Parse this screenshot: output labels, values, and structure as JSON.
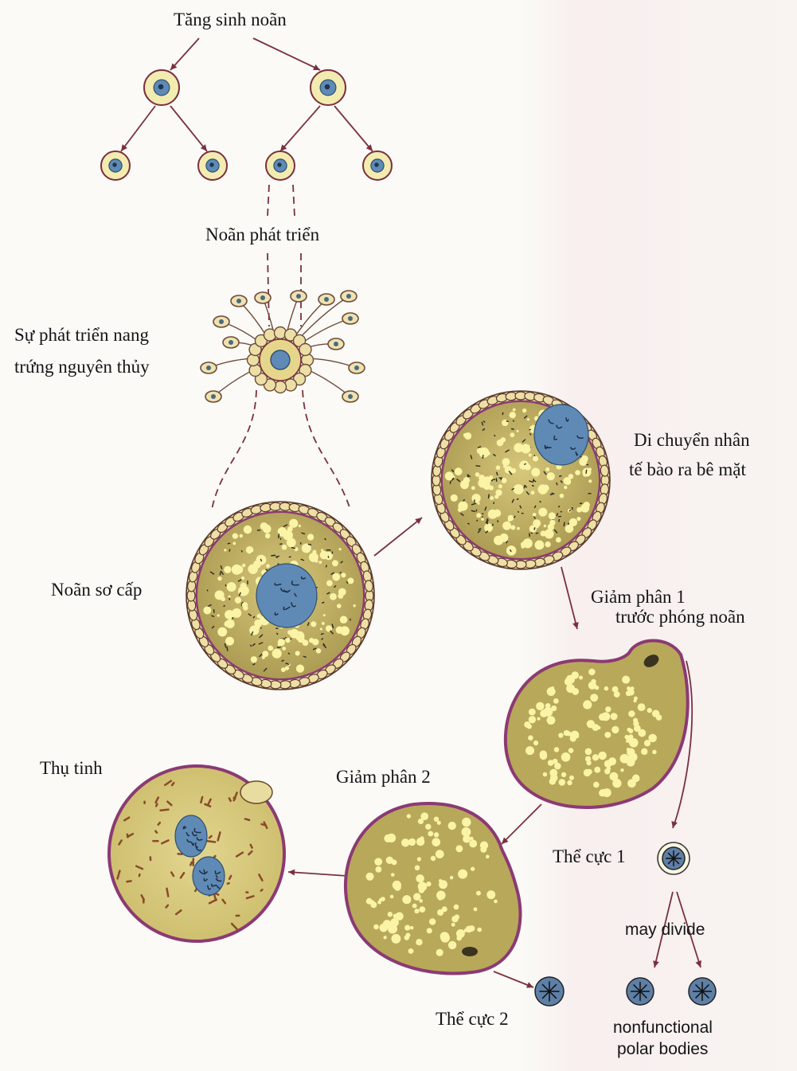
{
  "labels": {
    "proliferation": "Tăng sinh noãn",
    "developing_oocyte": "Noãn phát triển",
    "primordial_follicle_1": "Sự phát triển nang",
    "primordial_follicle_2": "trứng nguyên thủy",
    "nucleus_migration_1": "Di chuyển nhân",
    "nucleus_migration_2": "tế bào ra bê mặt",
    "primary_oocyte": "Noãn sơ cấp",
    "meiosis1_1": "Giảm phân 1",
    "meiosis1_2": "trước phóng noãn",
    "fertilization": "Thụ tinh",
    "meiosis2": "Giảm phân 2",
    "polar_body_1": "Thể cực 1",
    "may_divide": "may divide",
    "nonfunctional_1": "nonfunctional",
    "nonfunctional_2": "polar bodies",
    "polar_body_2": "Thể cực 2"
  },
  "colors": {
    "yolk": "#c9b86a",
    "yolk_dark": "#9a8a45",
    "nucleus": "#5f8ab5",
    "membrane": "#8b3a74",
    "cell_fill": "#efe7a8",
    "granule": "#fbf3a6",
    "line": "#7a3040"
  }
}
